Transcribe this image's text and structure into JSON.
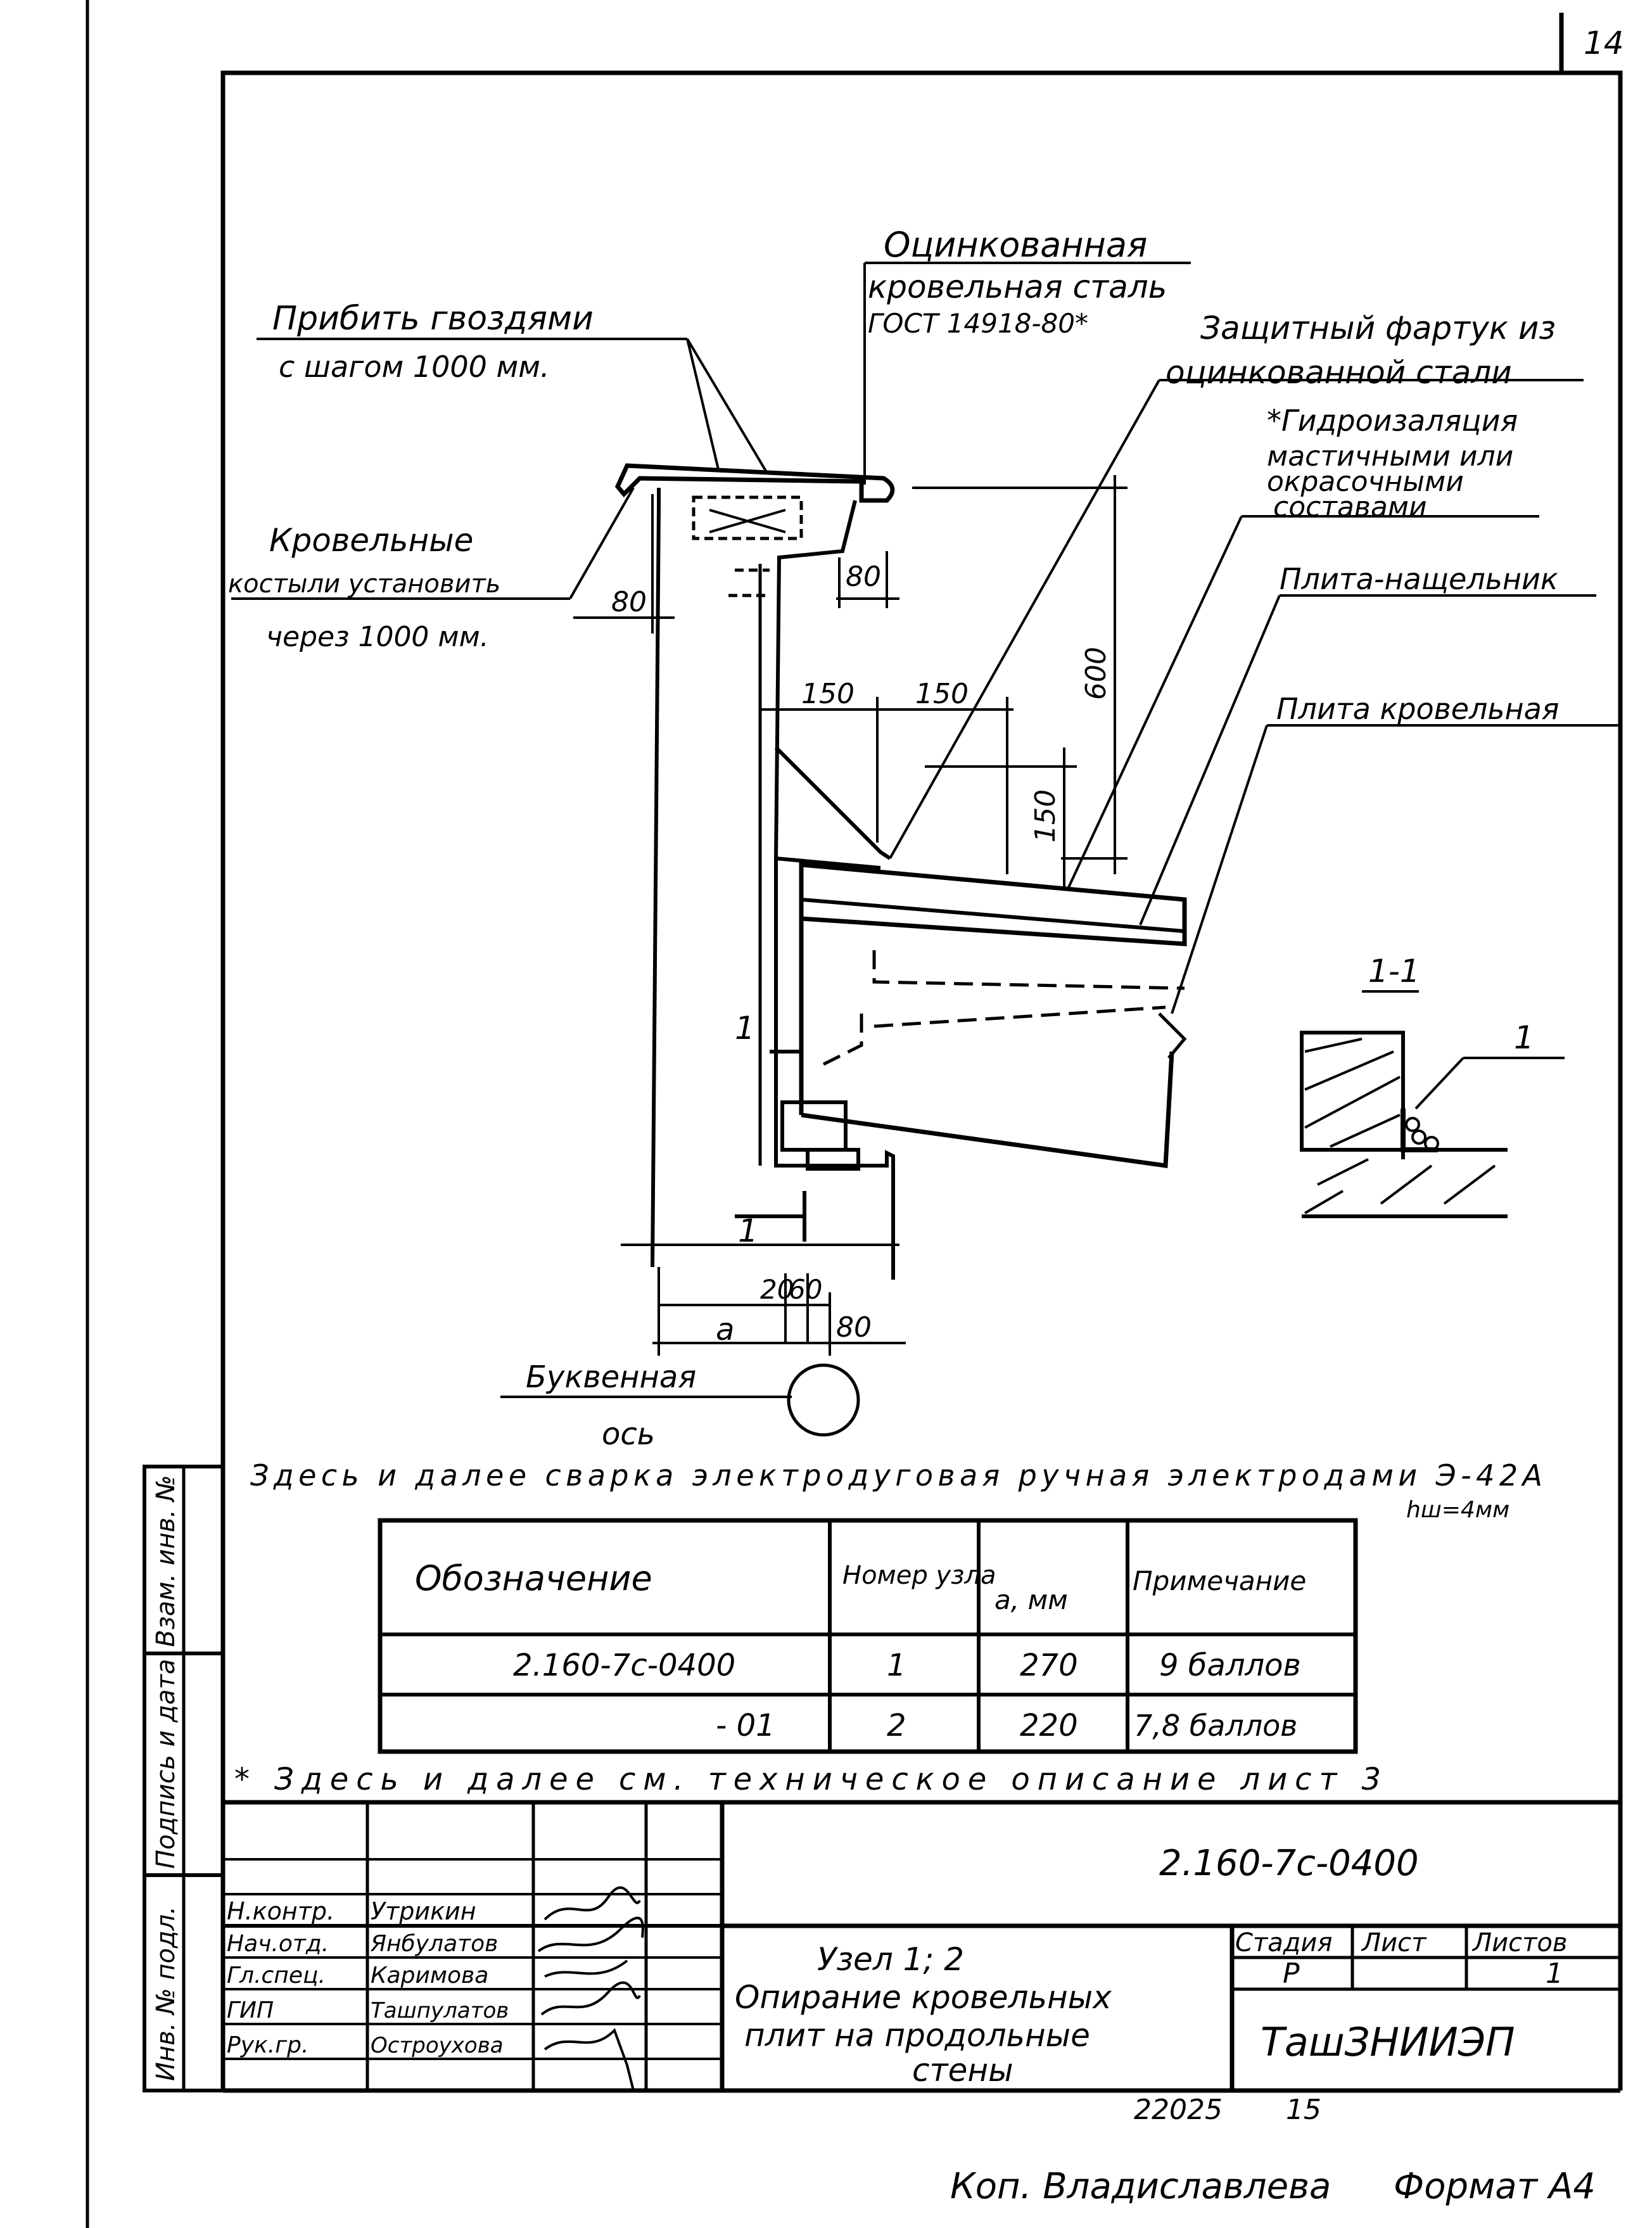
{
  "page": {
    "sheet_number": "14",
    "copied_by": "Коп. Владиславлева",
    "format": "Формат А4",
    "archive_number": "22025",
    "archive_sheet": "15"
  },
  "drawing": {
    "labels": {
      "galvanized_1": "Оцинкованная",
      "galvanized_2": "кровельная сталь",
      "galvanized_3": "ГОСТ 14918-80*",
      "nail_1": "Прибить гвоздями",
      "nail_2": "с шагом 1000 мм.",
      "apron_1": "Защитный фартук из",
      "apron_2": "оцинкованной стали",
      "waterproof_1": "*Гидроизаляция",
      "waterproof_2": "мастичными или",
      "waterproof_3": "окрасочными",
      "waterproof_4": "составами",
      "crutches_1": "Кровельные",
      "crutches_2": "костыли установить",
      "crutches_3": "через 1000 мм.",
      "cover_slab": "Плита-нащельник",
      "roof_slab": "Плита кровельная",
      "axis_1": "Буквенная",
      "axis_2": "ось",
      "section": "1-1",
      "node_mark": "1",
      "node_mark_2": "1",
      "section_mark": "1",
      "section_mark_2": "1",
      "dim_a": "a"
    },
    "dimensions": {
      "d80_left": "80",
      "d80_top": "80",
      "d600": "600",
      "d150_a": "150",
      "d150_b": "150",
      "d150_c": "150",
      "d20": "20",
      "d60": "60",
      "d80_bottom": "80"
    }
  },
  "notes": {
    "welding": "Здесь и далее сварка электродуговая ручная электродами Э-42А",
    "weld_leg": "hш=4мм",
    "tech": "* Здесь и далее см. техническое описание лист 3"
  },
  "spec_table": {
    "headers": [
      "Обозначение",
      "Номер узла",
      "a, мм",
      "Примечание"
    ],
    "rows": [
      [
        "2.160-7с-0400",
        "1",
        "270",
        "9 баллов"
      ],
      [
        "- 01",
        "2",
        "220",
        "7,8 баллов"
      ]
    ]
  },
  "side_stamp": {
    "vzam": "Взам. инв. №",
    "podpis": "Подпись и дата",
    "inv": "Инв. № подл."
  },
  "title_block": {
    "code": "2.160-7с-0400",
    "title_1": "Узел 1; 2",
    "title_2": "Опирание кровельных",
    "title_3": "плит на продольные",
    "title_4": "стены",
    "stage_header": "Стадия",
    "sheet_header": "Лист",
    "sheets_header": "Листов",
    "stage": "Р",
    "sheets": "1",
    "org": "ТашЗНИИЭП",
    "people": [
      {
        "role": "Н.контр.",
        "name": "Утрикин"
      },
      {
        "role": "Нач.отд.",
        "name": "Янбулатов"
      },
      {
        "role": "Гл.спец.",
        "name": "Каримова"
      },
      {
        "role": "ГИП",
        "name": "Ташпулатов"
      },
      {
        "role": "Рук.гр.",
        "name": "Остроухова"
      }
    ]
  }
}
